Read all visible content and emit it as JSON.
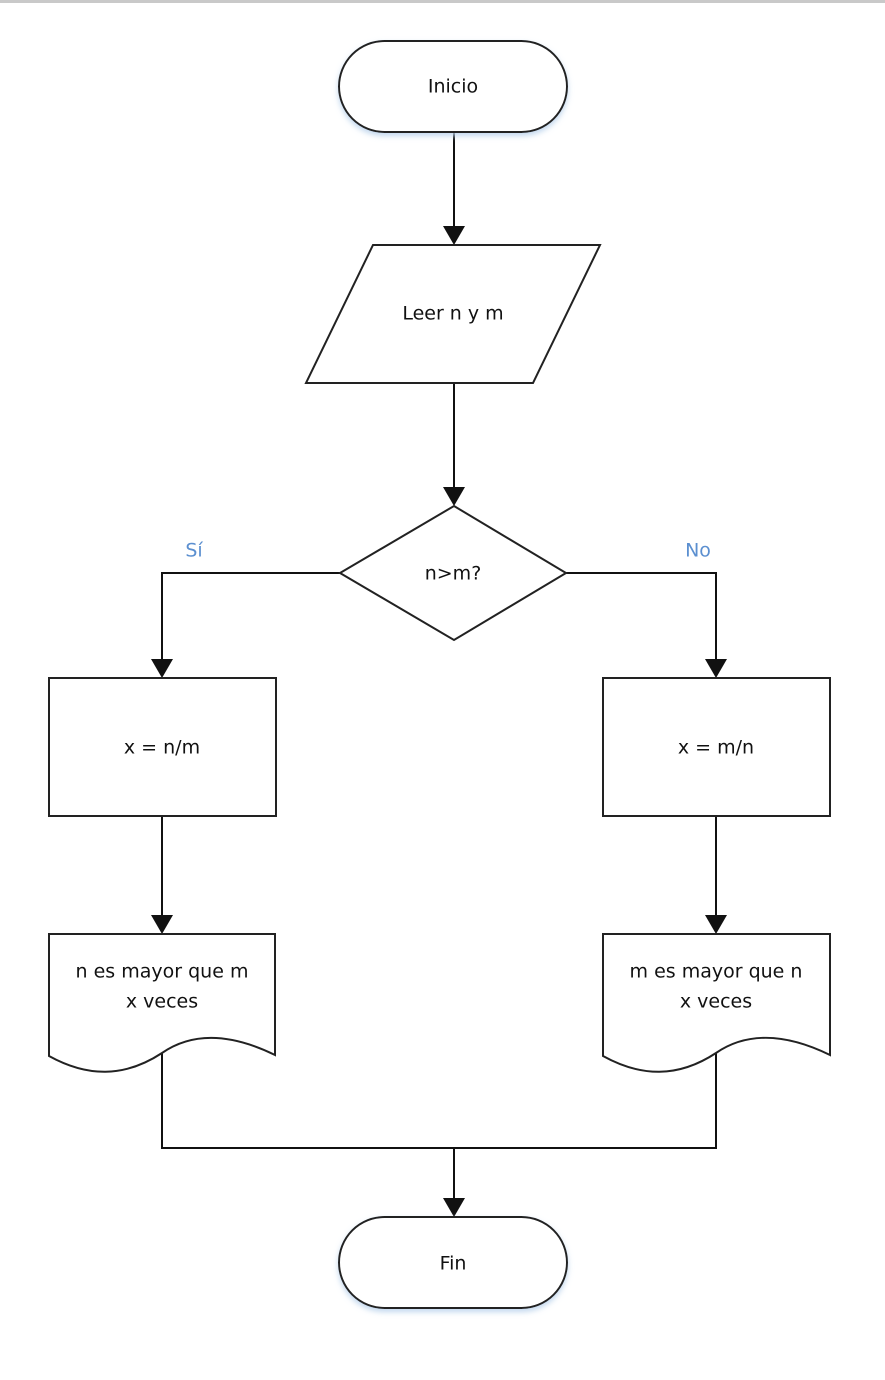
{
  "flowchart": {
    "start": "Inicio",
    "input": "Leer n y m",
    "decision": "n>m?",
    "yes_label": "Sí",
    "no_label": "No",
    "yes_process": "x = n/m",
    "no_process": "x = m/n",
    "yes_output": [
      "n es mayor que m",
      "x veces"
    ],
    "no_output": [
      "m es mayor que n",
      "x veces"
    ],
    "end": "Fin"
  },
  "colors": {
    "branch_label": "#5b8fd0",
    "stroke": "#222222",
    "shadow": "#bcd3ec"
  }
}
